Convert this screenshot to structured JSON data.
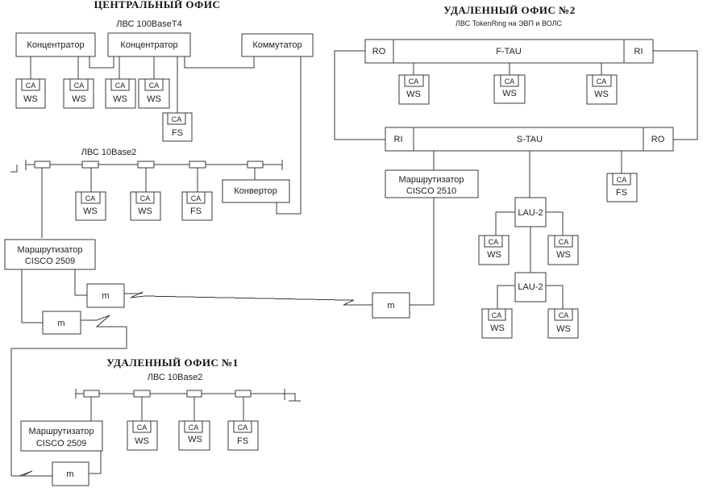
{
  "central_office": {
    "title": "ЦЕНТРАЛЬНЫЙ ОФИС",
    "lan_fast": "ЛВС 100BaseT4",
    "hub1": "Концентратор",
    "hub2": "Концентратор",
    "switch": "Коммутатор",
    "lan_thin": "ЛВС 10Base2",
    "converter": "Конвертор",
    "router_line1": "Маршрутизатор",
    "router_line2": "CISCO 2509",
    "modem1": "m",
    "modem2": "m"
  },
  "remote_office_1": {
    "title": "УДАЛЕННЫЙ ОФИС №1",
    "lan": "ЛВС 10Base2",
    "router_line1": "Маршрутизатор",
    "router_line2": "CISCO 2509",
    "modem": "m"
  },
  "remote_office_2": {
    "title": "УДАЛЕННЫЙ ОФИС №2",
    "lan": "ЛВС TokenRing на ЭВП и ВОЛС",
    "ftau": "F-TAU",
    "stau": "S-TAU",
    "ro": "RO",
    "ri": "RI",
    "router_line1": "Маршрутизатор",
    "router_line2": "CISCO 2510",
    "lau": "LAU-2",
    "modem": "m"
  },
  "node": {
    "ca": "CA",
    "ws": "WS",
    "fs": "FS"
  }
}
